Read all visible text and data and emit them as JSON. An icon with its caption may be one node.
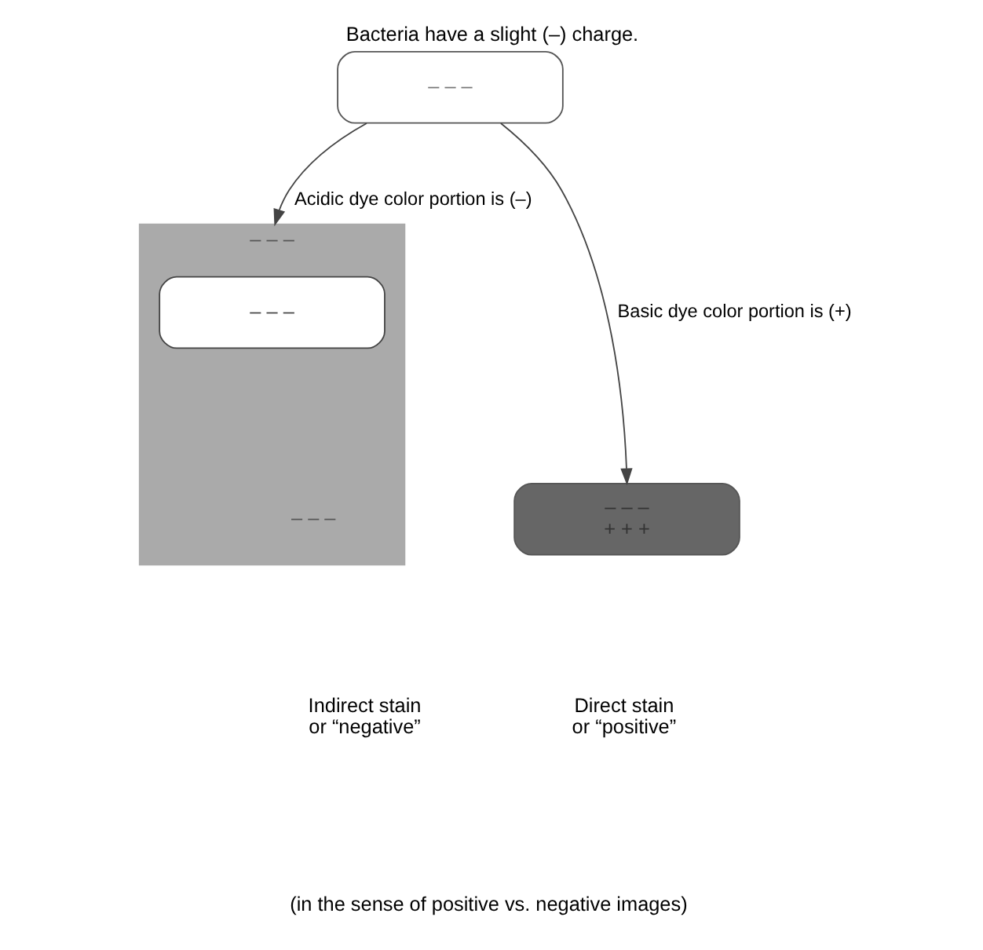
{
  "diagram": {
    "title": "Bacteria have a slight (–) charge.",
    "caption": "(in the sense of positive vs. negative images)",
    "nodes": [
      {
        "text": [
          "– – –"
        ]
      },
      {
        "text": [
          "– – –",
          "+ + +"
        ],
        "beside": [
          "Direct stain",
          "or “positive”"
        ]
      },
      {
        "text": [
          "– – –",
          "– – –"
        ],
        "beside": [
          "Indirect stain",
          "or “negative”"
        ]
      },
      {
        "text": [
          "– – –"
        ],
        "in": 2
      }
    ],
    "edges": [
      {
        "from": 0,
        "to": 1,
        "arrow": "to",
        "label": "Basic dye color portion is (+)"
      },
      {
        "from": 0,
        "to": 2,
        "arrow": "to",
        "label": "Acidic dye color portion is (–)"
      }
    ]
  }
}
